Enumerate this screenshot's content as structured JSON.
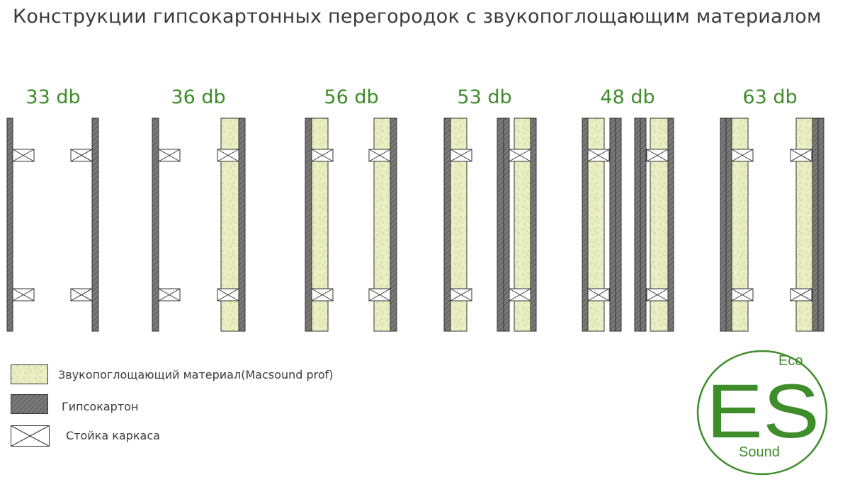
{
  "title": "Конструкции гипсокартонных перегородок с звукопоглощающим материалом",
  "ratings": [
    "33 db",
    "36 db",
    "56 db",
    "53 db",
    "48 db",
    "63 db"
  ],
  "legend": {
    "insulation": "Звукопоглощающий материал(Macsound prof)",
    "drywall": "Гипсокартон",
    "stud": "Стойка каркаса"
  },
  "logo": {
    "top": "Eco",
    "main": "ES",
    "bottom": "Sound"
  },
  "colors": {
    "accent": "#3e8c2a",
    "insulation_fill": "#ebefc4",
    "drywall_fill": "#777777",
    "outline": "#333333"
  }
}
